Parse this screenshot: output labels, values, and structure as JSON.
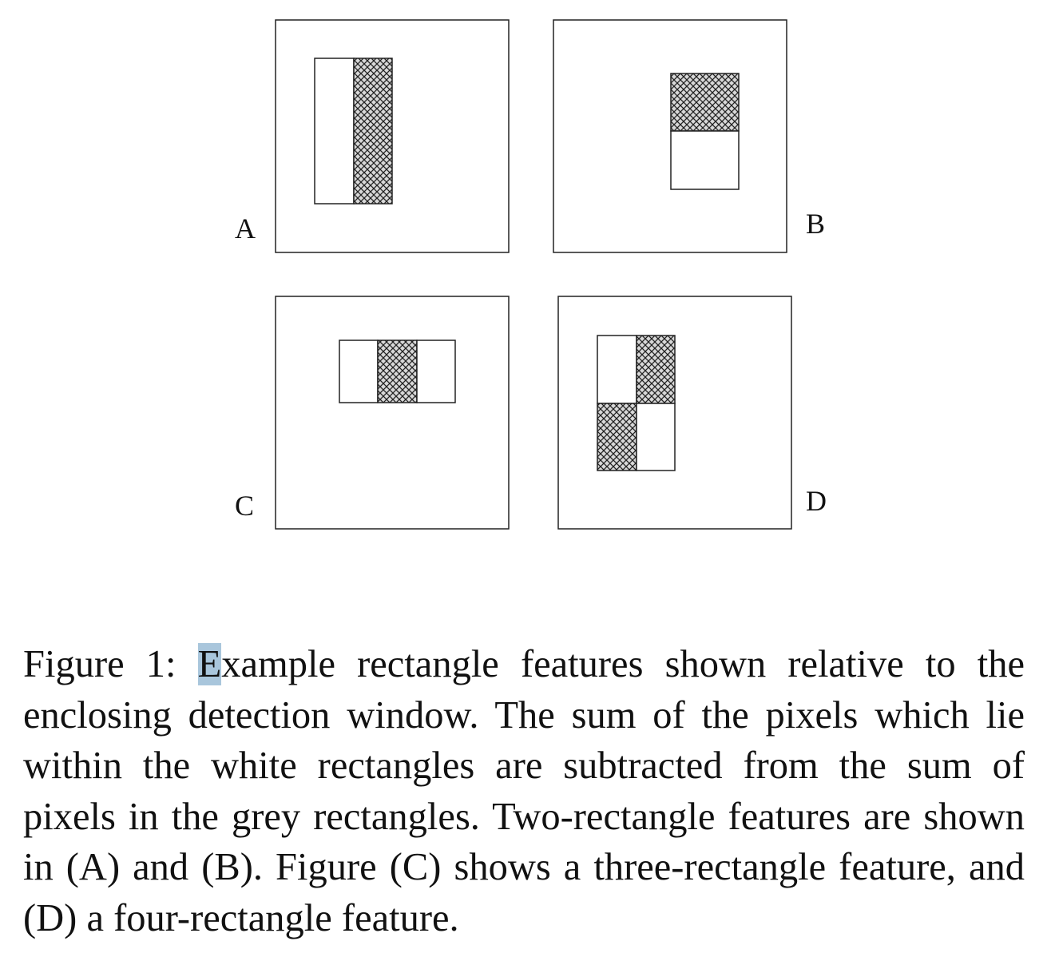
{
  "figure": {
    "panels": [
      {
        "label": "A",
        "feature": "two-rectangle",
        "cells": [
          "white",
          "grey"
        ]
      },
      {
        "label": "B",
        "feature": "two-rectangle",
        "cells": [
          "grey",
          "white"
        ]
      },
      {
        "label": "C",
        "feature": "three-rectangle",
        "cells": [
          "white",
          "grey",
          "white"
        ]
      },
      {
        "label": "D",
        "feature": "four-rectangle",
        "cells": [
          "white",
          "grey",
          "grey",
          "white"
        ]
      }
    ],
    "colors": {
      "grey_fill": "#8a8a8a",
      "hatch": "#222222",
      "stroke": "#222222",
      "selection_highlight": "#a9c6dc"
    }
  },
  "caption": {
    "prefix": "Figure 1: ",
    "highlighted_letter": "E",
    "body": "xample rectangle features shown relative to the enclosing detection window.  The sum of the pixels which lie within the white rectangles are subtracted from the sum of pixels in the grey rectangles. Two-rectangle features are shown in (A) and (B). Figure (C) shows a three-rectangle feature, and (D) a four-rectangle feature."
  }
}
